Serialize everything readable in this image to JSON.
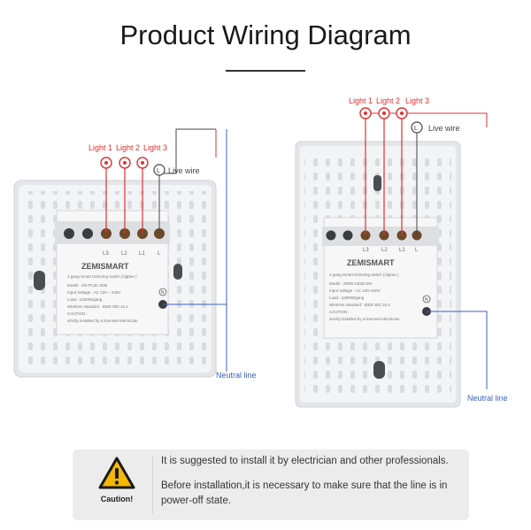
{
  "title": "Product Wiring Diagram",
  "colors": {
    "live": "#e03030",
    "neutral": "#3a5fbf",
    "caution_yellow": "#f5b800"
  },
  "left_panel": {
    "light_labels": [
      "Light 1",
      "Light 2",
      "Light 3"
    ],
    "live_label": "Live wire",
    "neutral_label": "Neutral line",
    "brand": "ZEMISMART",
    "product_name": "3 gang Smart Dimming switch (zigbee )",
    "specs": [
      "Model : ZN-PC3C-DIM",
      "Input Voltage : AC 100 ~ 240V",
      "Load : ≤200W/gang",
      "Wireless standard : IEEE 802.15.4",
      "CAUTION :",
      "strictly installed by a licensed electrician"
    ],
    "terminals": [
      "L3",
      "L2",
      "L1",
      "L"
    ],
    "neutral_terminal": "N"
  },
  "right_panel": {
    "light_labels": [
      "Light 1",
      "Light 2",
      "Light 3"
    ],
    "live_label": "Live wire",
    "neutral_label": "Neutral line",
    "brand": "ZEMISMART",
    "product_name": "3 gang Smart Dimming switch (zigbee )",
    "specs": [
      "Model : ZN05-U03D-DH",
      "Input Voltage : AC 100~240V",
      "Load : ≤200W/gang",
      "Wireless standard : IEEE 802.15.4",
      "CAUTION :",
      "strictly installed by a licensed electrician"
    ],
    "terminals": [
      "L3",
      "L2",
      "L1",
      "L"
    ],
    "neutral_terminal": "N"
  },
  "caution": {
    "label": "Caution!",
    "icon": "warning-triangle-icon",
    "line1": "It is suggested to install it by electrician and other professionals.",
    "line2": "Before installation,it is necessary to make sure that the line is in power-off state."
  }
}
